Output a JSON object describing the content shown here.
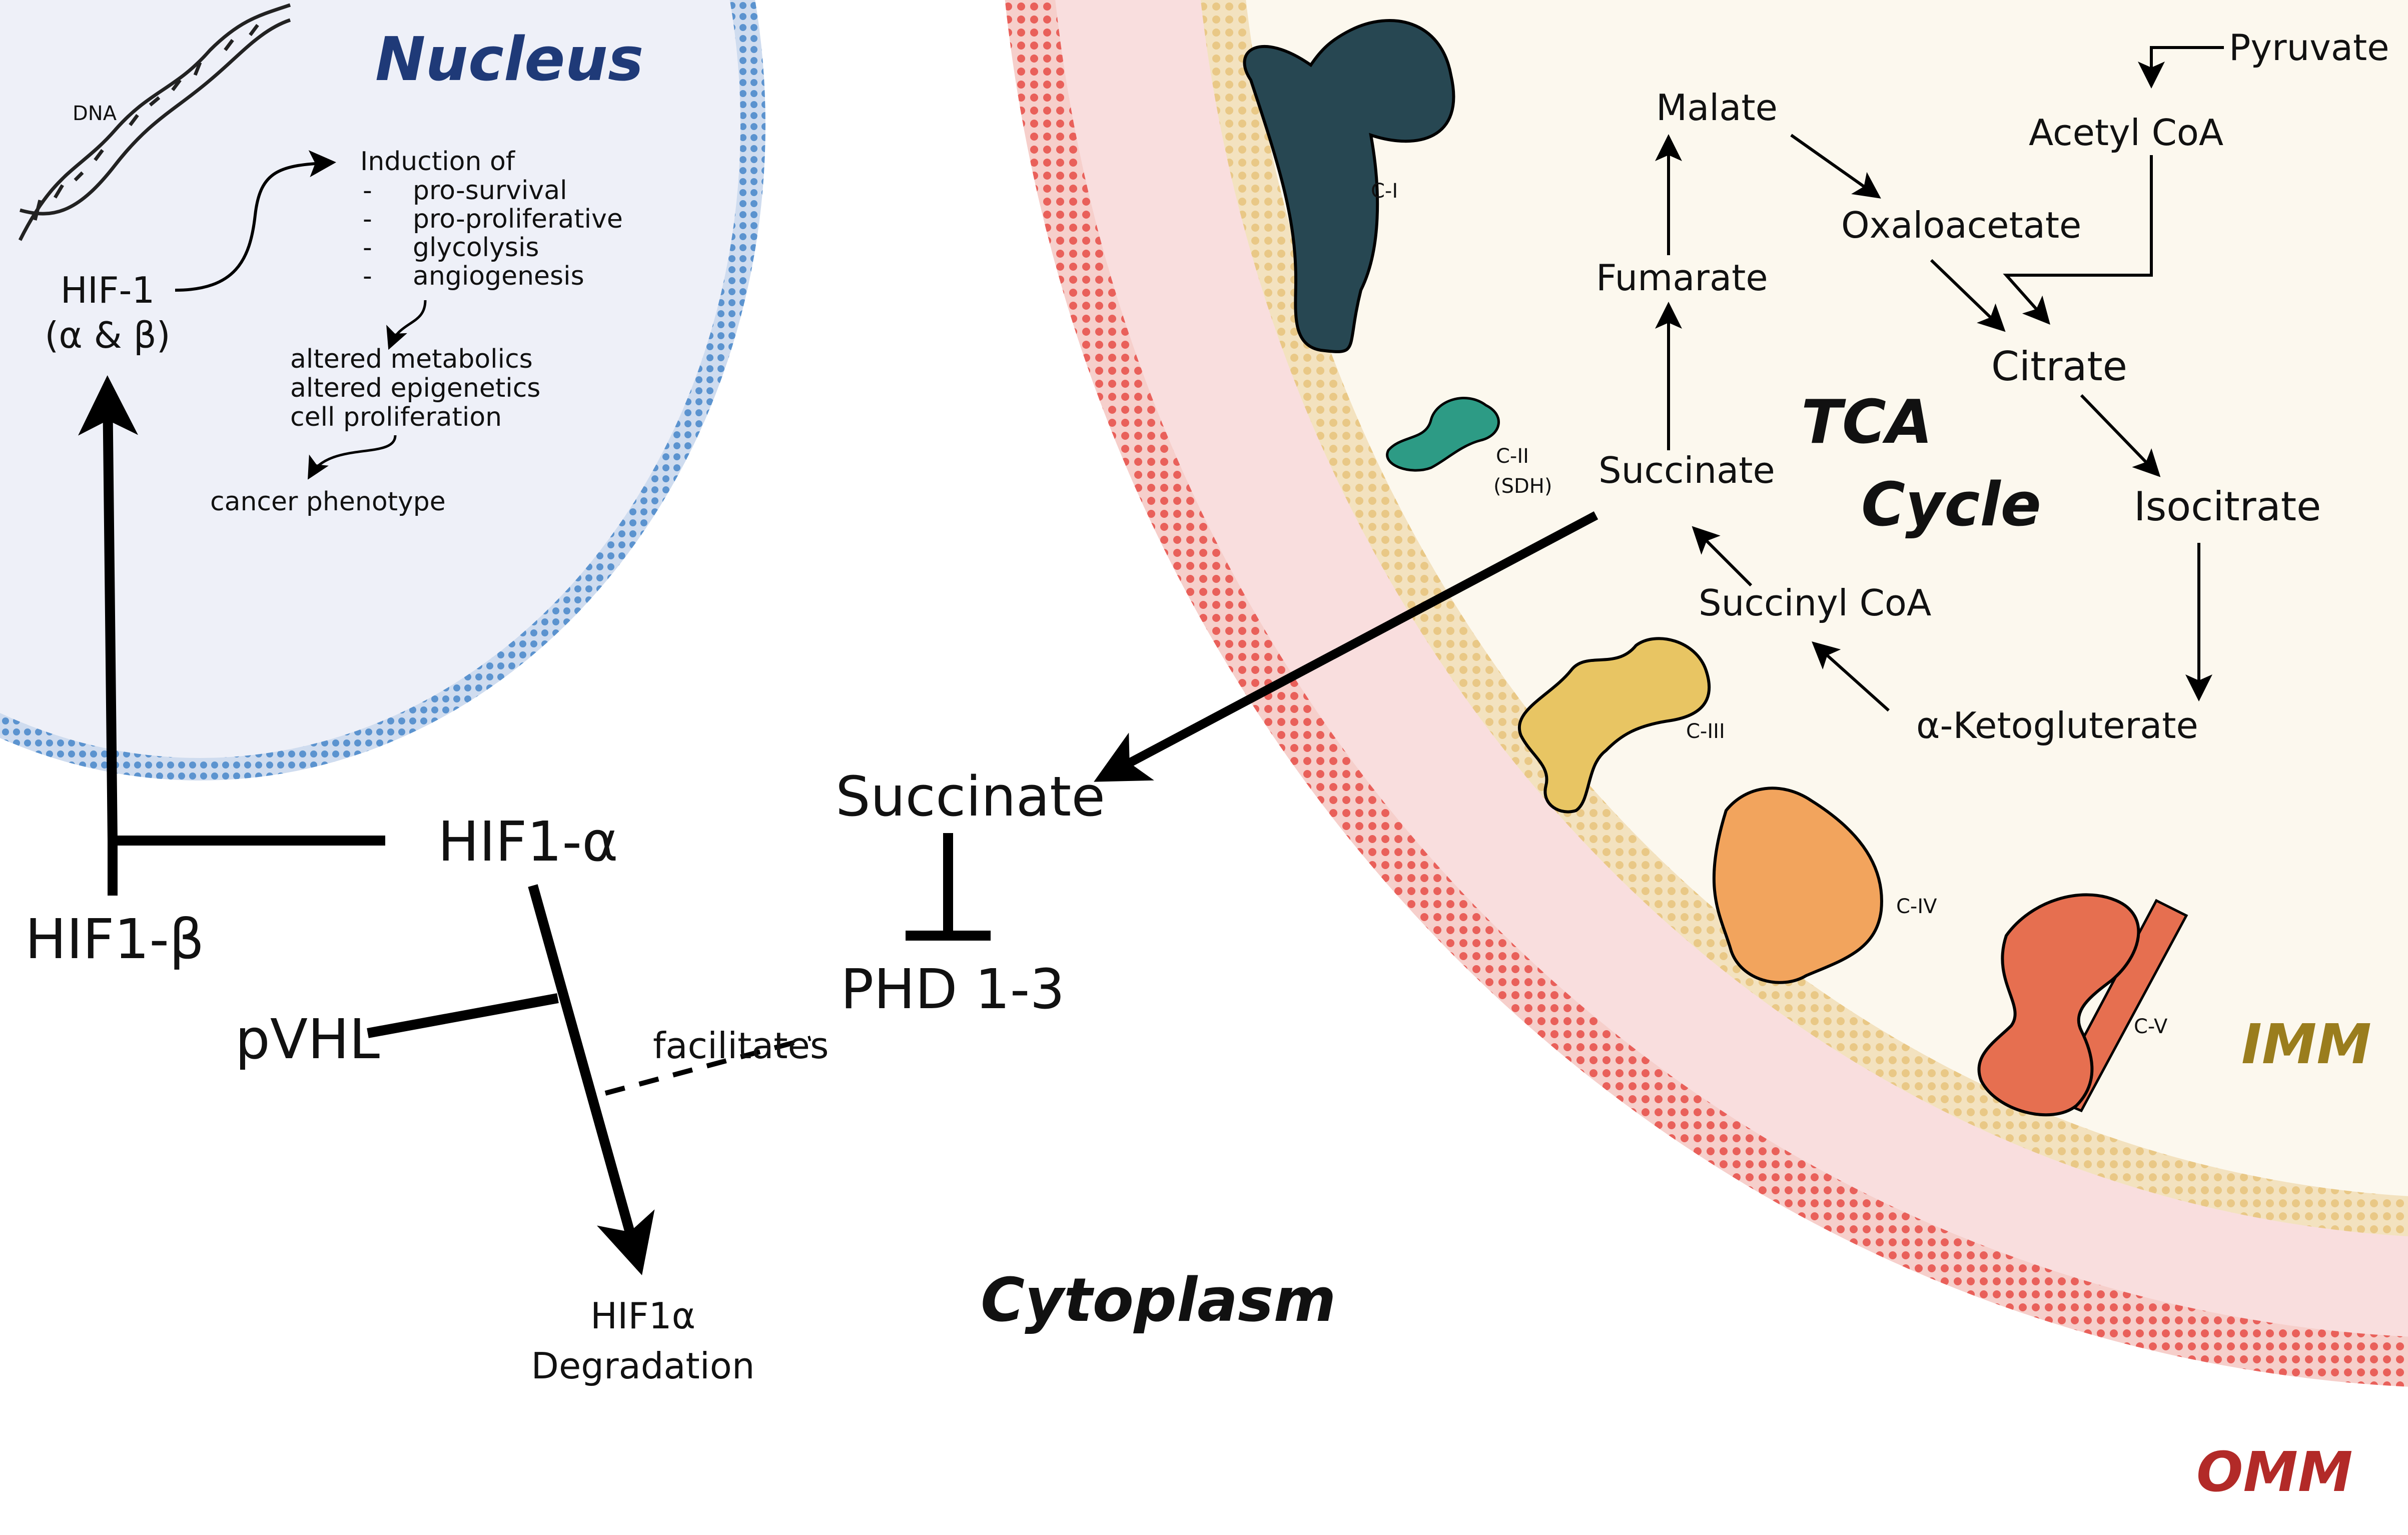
{
  "colors": {
    "nucleus_fill": "#eef0f8",
    "nuclear_membrane": "#5b93cf",
    "nucleus_title": "#1f3a78",
    "mito_fill": "#fcf8ee",
    "imm_membrane": "#e9c886",
    "imm_label": "#9a7d1d",
    "intermembrane_space": "#f9dede",
    "omm_membrane": "#e9605a",
    "omm_label": "#b22a28",
    "c1": "#274752",
    "c2": "#2d9b85",
    "c3": "#e8c563",
    "c4": "#f2a45d",
    "c5": "#e66f50"
  },
  "regions": {
    "nucleus": "Nucleus",
    "cytoplasm": "Cytoplasm",
    "tca_line1": "TCA",
    "tca_line2": "Cycle",
    "imm": "IMM",
    "omm": "OMM"
  },
  "nucleus": {
    "dna": "DNA",
    "hif1_line1": "HIF-1",
    "hif1_line2": "(α & β)",
    "induction": "Induction of",
    "induction_items": [
      "pro-survival",
      "pro-proliferative",
      "glycolysis",
      "angiogenesis"
    ],
    "altered": [
      "altered metabolics",
      "altered epigenetics",
      "cell proliferation"
    ],
    "phenotype": "cancer phenotype"
  },
  "cytoplasm": {
    "hif1_beta": "HIF1-β",
    "hif1_alpha": "HIF1-α",
    "pvhl": "pVHL",
    "facilitates": "facilitates",
    "phd": "PHD 1-3",
    "succinate": "Succinate",
    "degradation_line1": "HIF1α",
    "degradation_line2": "Degradation"
  },
  "complexes": {
    "c1": "C-I",
    "c2_line1": "C-II",
    "c2_line2": "(SDH)",
    "c3": "C-III",
    "c4": "C-IV",
    "c5": "C-V"
  },
  "tca": {
    "pyruvate": "Pyruvate",
    "acetyl_coa": "Acetyl CoA",
    "malate": "Malate",
    "oxaloacetate": "Oxaloacetate",
    "fumarate": "Fumarate",
    "citrate": "Citrate",
    "succinate": "Succinate",
    "isocitrate": "Isocitrate",
    "succinyl_coa": "Succinyl CoA",
    "ketoglutarate": "α-Ketogluterate"
  }
}
